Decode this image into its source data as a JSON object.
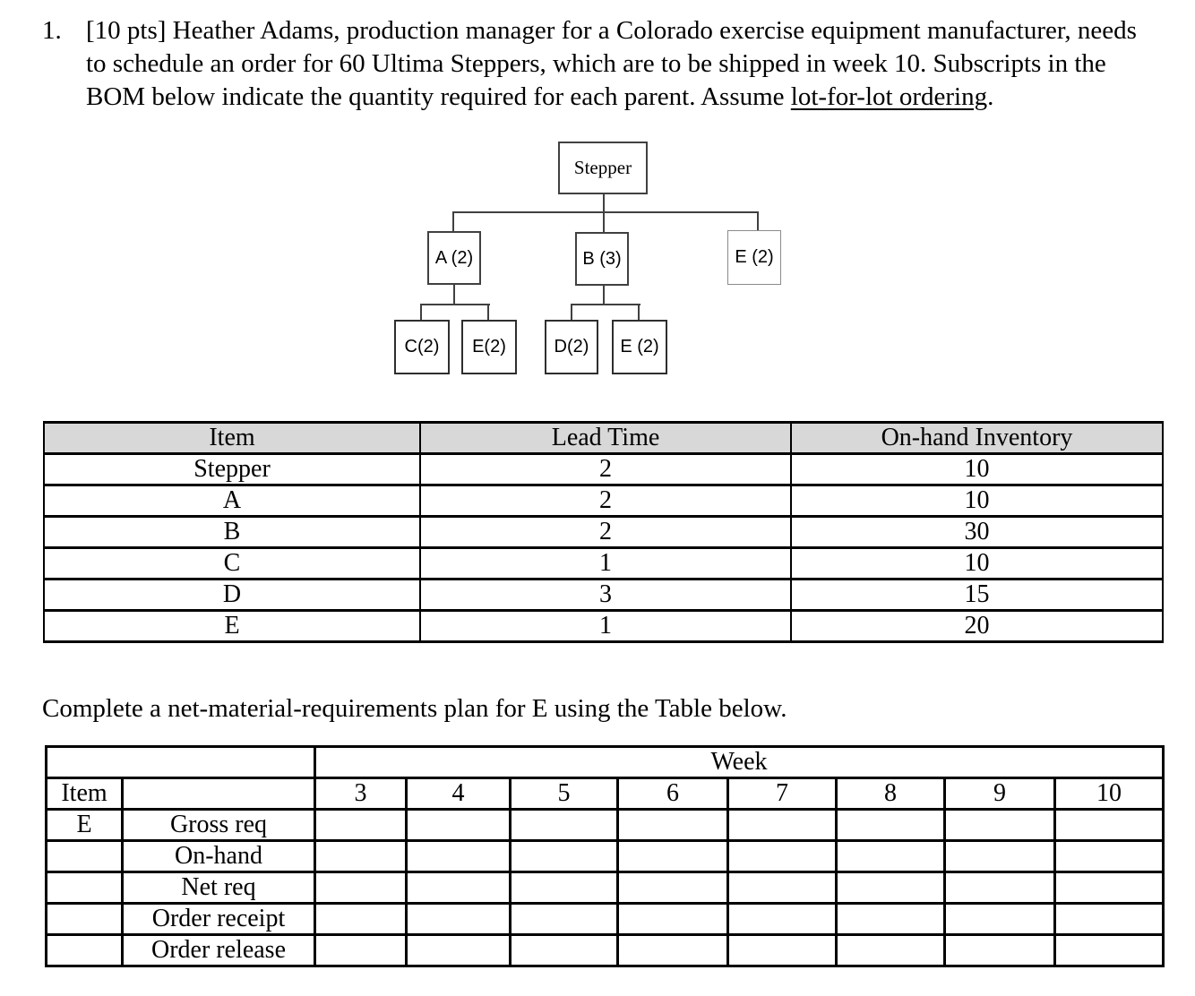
{
  "problem": {
    "number": "1.",
    "lines": [
      "[10 pts] Heather Adams, production manager for a Colorado exercise equipment manufacturer, needs",
      "to schedule an order for 60 Ultima Steppers, which are to be shipped in week 10. Subscripts in the"
    ],
    "line3_prefix": "BOM below indicate the quantity required for each parent. Assume ",
    "line3_underlined": "lot-for-lot ordering",
    "line3_suffix": "."
  },
  "bom": {
    "root": "Stepper",
    "children": [
      "A (2)",
      "B (3)",
      "E (2)"
    ],
    "a_children": [
      "C(2)",
      "E(2)"
    ],
    "b_children": [
      "D(2)",
      "E (2)"
    ]
  },
  "item_table": {
    "headers": [
      "Item",
      "Lead Time",
      "On-hand Inventory"
    ],
    "rows": [
      [
        "Stepper",
        "2",
        "10"
      ],
      [
        "A",
        "2",
        "10"
      ],
      [
        "B",
        "2",
        "30"
      ],
      [
        "C",
        "1",
        "10"
      ],
      [
        "D",
        "3",
        "15"
      ],
      [
        "E",
        "1",
        "20"
      ]
    ]
  },
  "instruction": "Complete a net-material-requirements plan for E using the Table below.",
  "mrp_table": {
    "week_header": "Week",
    "item_header": "Item",
    "item_value": "E",
    "weeks": [
      "3",
      "4",
      "5",
      "6",
      "7",
      "8",
      "9",
      "10"
    ],
    "row_labels": [
      "Gross req",
      "On-hand",
      "Net req",
      "Order receipt",
      "Order release"
    ]
  }
}
